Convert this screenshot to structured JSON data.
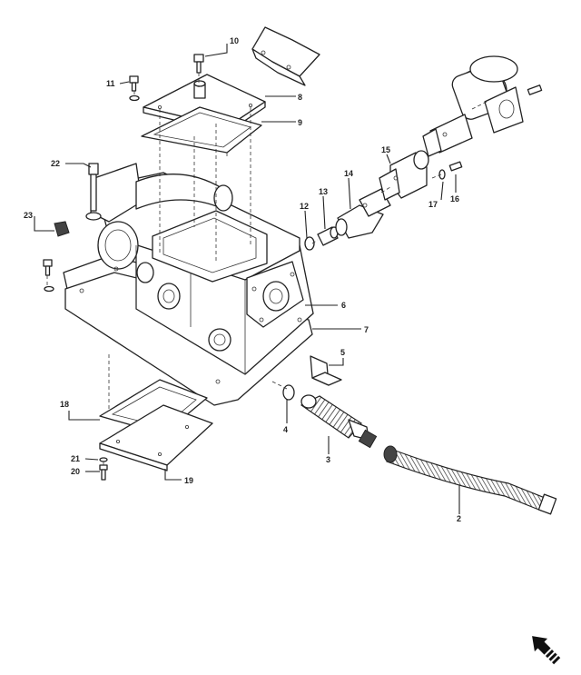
{
  "diagram": {
    "callouts": [
      {
        "id": "c10",
        "text": "10"
      },
      {
        "id": "c11",
        "text": "11"
      },
      {
        "id": "c8",
        "text": "8"
      },
      {
        "id": "c9",
        "text": "9"
      },
      {
        "id": "c22",
        "text": "22"
      },
      {
        "id": "c23",
        "text": "23"
      },
      {
        "id": "c15",
        "text": "15"
      },
      {
        "id": "c14",
        "text": "14"
      },
      {
        "id": "c13",
        "text": "13"
      },
      {
        "id": "c12",
        "text": "12"
      },
      {
        "id": "c17",
        "text": "17"
      },
      {
        "id": "c16",
        "text": "16"
      },
      {
        "id": "c6",
        "text": "6"
      },
      {
        "id": "c7",
        "text": "7"
      },
      {
        "id": "c5",
        "text": "5"
      },
      {
        "id": "c4",
        "text": "4"
      },
      {
        "id": "c3",
        "text": "3"
      },
      {
        "id": "c2",
        "text": "2"
      },
      {
        "id": "c18",
        "text": "18"
      },
      {
        "id": "c21",
        "text": "21"
      },
      {
        "id": "c20",
        "text": "20"
      },
      {
        "id": "c19",
        "text": "19"
      }
    ],
    "direction_arrow": "front-arrow-icon"
  }
}
